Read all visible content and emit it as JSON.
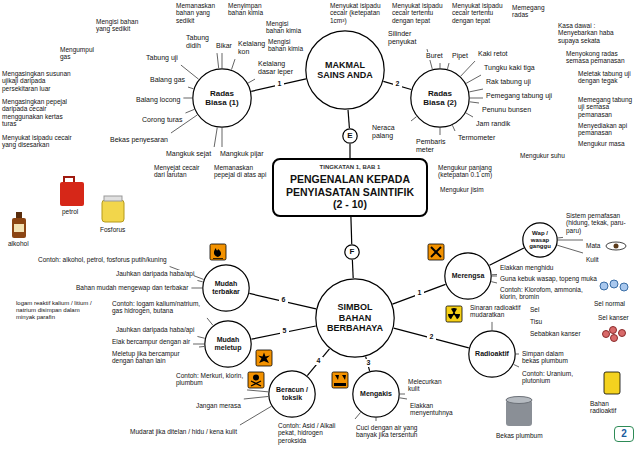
{
  "diagram": {
    "nodes": [
      {
        "text": [
          "MAKMAL SAINS ANDA"
        ]
      },
      {
        "text": [
          "Radas Biasa (1)"
        ]
      },
      {
        "text": [
          "Radas Biasa (2)"
        ]
      },
      {
        "text": [
          "E"
        ]
      },
      {
        "text": [
          "TINGKATAN 1, BAB 1",
          "PENGENALAN KEPADA PENYIASATAN SAINTIFIK",
          "(2 - 10)"
        ]
      },
      {
        "text": [
          "F"
        ]
      },
      {
        "text": [
          "SIMBOL BAHAN BERBAHAYA"
        ]
      },
      {
        "text": [
          "Mudah terbakar"
        ]
      },
      {
        "text": [
          "Mudah meletup"
        ]
      },
      {
        "text": [
          "Beracun / toksik"
        ]
      },
      {
        "text": [
          "Mengakis"
        ]
      },
      {
        "text": [
          "Radioaktif"
        ]
      },
      {
        "text": [
          "Merengsa"
        ]
      },
      {
        "text": [
          "Wap / wasap ganggu"
        ]
      },
      {
        "text": [
          "2"
        ]
      }
    ],
    "edges": [
      {
        "from": 0,
        "to": 1,
        "arrow": "none"
      },
      {
        "from": 0,
        "to": 2,
        "arrow": "none"
      },
      {
        "from": 0,
        "to": 3,
        "arrow": "none"
      },
      {
        "from": 3,
        "to": 4,
        "arrow": "none"
      },
      {
        "from": 4,
        "to": 5,
        "arrow": "none"
      },
      {
        "from": 5,
        "to": 6,
        "arrow": "none"
      },
      {
        "from": 6,
        "to": 7,
        "arrow": "none"
      },
      {
        "from": 6,
        "to": 8,
        "arrow": "none"
      },
      {
        "from": 6,
        "to": 9,
        "arrow": "none"
      },
      {
        "from": 6,
        "to": 10,
        "arrow": "none"
      },
      {
        "from": 6,
        "to": 11,
        "arrow": "none"
      },
      {
        "from": 6,
        "to": 12,
        "arrow": "none"
      },
      {
        "from": 12,
        "to": 13,
        "arrow": "none"
      }
    ],
    "labels": [
      "Memanaskan bahan yang sedikit",
      "Menyimpan bahan kimia",
      "Mengisi bahan kimia",
      "Mengisi bahan kimia",
      "Tabung didih",
      "Bikar",
      "Kelalang kon",
      "Kelalang dasar leper",
      "Mengisi bahan yang sedikit",
      "Tabung uji",
      "Mengumpul gas",
      "Balang gas",
      "Mengasingkan susunan ujikaji daripada persekitaran luar",
      "Balang locong",
      "Mengasingkan pepejal daripada cecair menggunakan kertas turas",
      "Corong turas",
      "Menyukat isipadu cecair yang disesarkan",
      "Bekas penyesaran",
      "Mangkuk sejat",
      "Menyejat cecair dari larutan",
      "Mangkuk pijar",
      "Memanaskan pepejal di atas api",
      "Menyukat isipadu cecair (ketepatan 1cm³)",
      "Silinder penyukat",
      "Menyukat isipadu cecair tertentu dengan tepat",
      "Buret",
      "Menyukat isipadu cecair tertentu dengan tepat",
      "Pipet",
      "Memegang radas",
      "Kaki retot",
      "Kasa dawai : Menyebarkan haba supaya sekata",
      "Tungku kaki tiga",
      "Menyokong radas semasa pemanasan",
      "Rak tabung uji",
      "Meletak tabung uji dengan tegak",
      "Pemegang tabung uji",
      "Memegang tabung uji semasa pemanasan",
      "Penunu bunsen",
      "Menyediakan api pemanasan",
      "Jam randik",
      "Mengukur masa",
      "Termometer",
      "Mengukur suhu",
      "Pembaris meter",
      "Mengukur panjang (ketepatan 0.1 cm)",
      "Neraca palang",
      "Mengukur jisim",
      "Contoh: alkohol, petrol, fosforus putih/kuning",
      "Jauhkan daripada haba/api",
      "Bahan mudah mengewap dan terbakar",
      "alkohol",
      "petrol",
      "Fosforus",
      "Contoh: logam kalium/natrium, gas hidrogen, butana",
      "Jauhkan daripada haba/api",
      "Elak bercampur dengan air",
      "Meletup jika bercampur dengan bahan lain",
      "logam reaktif kalium / litium / natrium disimpan dalam minyak parafin",
      "Contoh: Merkuri, klorin, plumbum",
      "Jangan merasa",
      "Mudarat jika ditelan / hidu / kena kulit",
      "Contoh: Asid / Alkali pekat, hidrogen peroksida",
      "Cuci dengan air yang banyak jika tersentuh",
      "Elakkan menyentuhnya",
      "Melecurkan kulit",
      "Sinaran radioaktif mudaratkan",
      "Sel",
      "Tisu",
      "Sebabkan kanser",
      "Sel normal",
      "Sel kanser",
      "Simpan dalam bekas plumbum",
      "Contoh: Uranium, plutonium",
      "Bekas plumbum",
      "Bahan radioaktif",
      "Sistem pernafasan (hidung, tekak, paru-paru)",
      "Mata",
      "Kulit",
      "Elakkan menghidu",
      "Guna kebuk wasap, topeng muka",
      "Contoh: Klorofom, ammonia, klorin, bromin",
      "1",
      "2",
      "6",
      "5",
      "4",
      "3",
      "2",
      "1"
    ]
  }
}
